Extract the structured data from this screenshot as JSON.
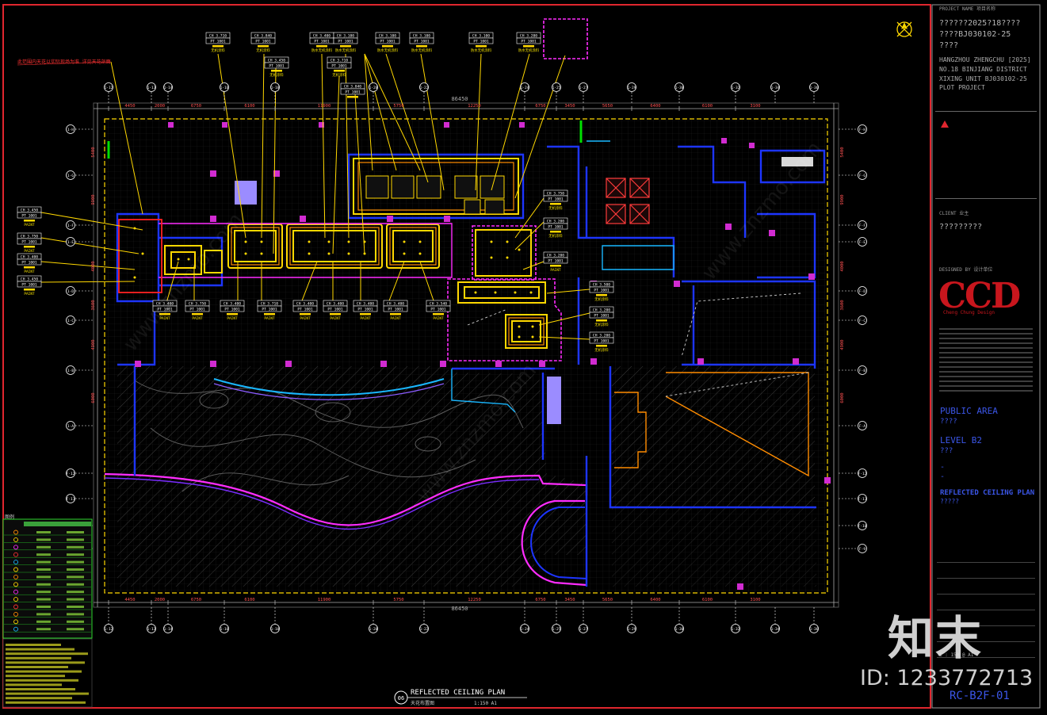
{
  "colors": {
    "frame": "#e0262e",
    "wall": "#1d35ff",
    "ceiling_outline": "#ffd800",
    "soffit": "#ff2cff",
    "grid": "#2a2a2a",
    "hatch": "#3a3a3a",
    "axis_bubble": "#ffffff",
    "dim_text": "#ff4444",
    "label_text": "#f2e000",
    "note": "#ff3333",
    "title_text_blue": "#4a6cff",
    "ccd": "#c8161d",
    "green": "#00e000",
    "cyan": "#19b7ff"
  },
  "titleblock": {
    "header_small": "PROJECT NAME 项目名称",
    "project_cn_line1": "??????2025?18????",
    "project_cn_line2": "????BJ030102-25",
    "project_cn_line3": "????",
    "project_en_line1": "HANGZHOU ZHENGCHU [2025]",
    "project_en_line2": "NO.18 BINJIANG DISTRICT",
    "project_en_line3": "XIXING UNIT BJ030102-25",
    "project_en_line4": "PLOT PROJECT",
    "client_label": "CLIENT 业主",
    "client_name": "?????????",
    "designer_label": "DESIGNED BY 设计单位",
    "logo": "CCD",
    "logo_sub": "Cheng Chung Design",
    "area_en": "PUBLIC AREA",
    "area_cn": "????",
    "level_en": "LEVEL B2",
    "level_cn": "???",
    "dash1": "-",
    "dash2": "-",
    "drawing_en": "REFLECTED CEILING PLAN",
    "drawing_cn": "?????",
    "scale": "1 : 150 @ A1",
    "drawing_no": "RC-B2F-01"
  },
  "plan": {
    "title": "REFLECTED CEILING PLAN",
    "title_cn": "天花布置图",
    "scale": "1:150 A1",
    "number": "06",
    "overall_dim": "86450",
    "top_dims": [
      "4450",
      "2000",
      "6750",
      "6100",
      "11900",
      "5750",
      "12250",
      "6750",
      "3450",
      "5650",
      "6400",
      "6100",
      "3100"
    ],
    "bottom_dims": [
      "4450",
      "2000",
      "6750",
      "6100",
      "11900",
      "5750",
      "12250",
      "6750",
      "3450",
      "5650",
      "6400",
      "6100",
      "3100"
    ],
    "left_dims": [
      "5400",
      "9900",
      "4000",
      "3600",
      "4900",
      "6000"
    ],
    "right_dims": [
      "5400",
      "9900",
      "4000",
      "3600",
      "4900",
      "6000"
    ],
    "col_axes": [
      "1-12",
      "1-13",
      "1-14",
      "1-16",
      "1-18",
      "1-20",
      "1-22",
      "1-24",
      "1-25",
      "1-27",
      "1-29",
      "1-30",
      "1-32",
      "1-34",
      "1-36"
    ],
    "row_axes": [
      "1-H",
      "1-G",
      "1-F",
      "1-E",
      "1-D",
      "1-C",
      "1-B",
      "1-A",
      "F-12",
      "F-11",
      "F-10",
      "F-9"
    ],
    "right_row_axes": [
      "F-H",
      "F-G",
      "F-F",
      "F-E",
      "F-D",
      "F-C",
      "F-B",
      "F-A",
      "F-12",
      "F-11",
      "F-10",
      "F-9"
    ],
    "tags_top": [
      {
        "ch": "CH 3.710",
        "pt": "PT 1001",
        "note": "无机涂料"
      },
      {
        "ch": "CH 3.840",
        "pt": "PT 1001",
        "note": "无机涂料"
      },
      {
        "ch": "CH 3.400",
        "pt": "PT 1001",
        "note": "防水无机涂料"
      },
      {
        "ch": "CH 3.100",
        "pt": "PT 1001",
        "note": "防水无机涂料"
      },
      {
        "ch": "CH 3.100",
        "pt": "PT 1001",
        "note": "防水无机涂料"
      },
      {
        "ch": "CH 3.100",
        "pt": "PT 1001",
        "note": "防水无机涂料"
      },
      {
        "ch": "CH 3.100",
        "pt": "PT 1001",
        "note": "防水无机涂料"
      },
      {
        "ch": "CH 3.200",
        "pt": "PT 1001",
        "note": "防水无机涂料"
      }
    ],
    "tags_mid": [
      {
        "ch": "CH 3.450",
        "pt": "PT 1001",
        "note": "无机涂料"
      },
      {
        "ch": "CH 3.710",
        "pt": "PT 1001",
        "note": "无机涂料"
      },
      {
        "ch": "CH 3.840",
        "pt": "PT 1001",
        "note": ""
      }
    ],
    "tags_row": [
      {
        "ch": "CH 3.400",
        "pt": "PT 1001",
        "note": "PAINT"
      },
      {
        "ch": "CH 3.750",
        "pt": "PT 1001",
        "note": "PAINT"
      },
      {
        "ch": "CH 3.400",
        "pt": "PT 1001",
        "note": "PAINT"
      },
      {
        "ch": "CH 3.710",
        "pt": "PT 1001",
        "note": "PAINT"
      },
      {
        "ch": "CH 3.400",
        "pt": "PT 1001",
        "note": "PAINT"
      },
      {
        "ch": "CH 3.400",
        "pt": "PT 1001",
        "note": "PAINT"
      },
      {
        "ch": "CH 3.400",
        "pt": "PT 1001",
        "note": "PAINT"
      },
      {
        "ch": "CH 3.400",
        "pt": "PT 1001",
        "note": "PAINT"
      },
      {
        "ch": "CH 3.540",
        "pt": "PT 1001",
        "note": "PAINT"
      }
    ],
    "tags_left": [
      {
        "ch": "CH 3.450",
        "pt": "PT 1001",
        "note": "PAINT"
      },
      {
        "ch": "CH 3.750",
        "pt": "PT 1001",
        "note": "PAINT"
      },
      {
        "ch": "CH 3.400",
        "pt": "PT 1001",
        "note": "PAINT"
      },
      {
        "ch": "CH 3.450",
        "pt": "PT 1001",
        "note": "PAINT"
      }
    ],
    "tags_right": [
      {
        "ch": "CH 3.750",
        "pt": "PT 1001",
        "note": "无机涂料"
      },
      {
        "ch": "CH 3.200",
        "pt": "PT 1001",
        "note": "无机涂料"
      },
      {
        "ch": "CH 3.200",
        "pt": "PT 1001",
        "note": "PAINT"
      },
      {
        "ch": "CH 3.500",
        "pt": "PT 1001",
        "note": "无机涂料"
      },
      {
        "ch": "CH 3.200",
        "pt": "PT 1001",
        "note": "无机涂料"
      },
      {
        "ch": "CH 3.200",
        "pt": "PT 1001",
        "note": "无机涂料"
      }
    ],
    "red_note": "此范围内天花以实际现场为准 详见天花剖面",
    "legend_title": "图例"
  },
  "watermark": {
    "logo_cn": "知末",
    "id_text": "ID: 1233772713",
    "diag_text": "www.znzmo.com"
  }
}
